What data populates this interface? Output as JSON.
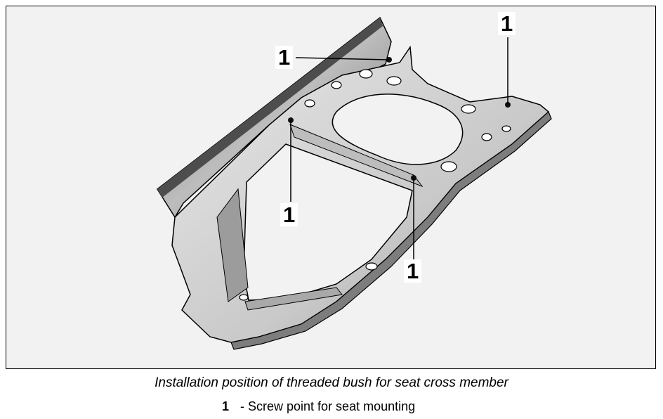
{
  "callouts": [
    {
      "label": "1"
    },
    {
      "label": "1"
    },
    {
      "label": "1"
    },
    {
      "label": "1"
    }
  ],
  "caption": "Installation position of threaded bush for seat cross member",
  "legend": [
    {
      "number": "1",
      "text": "- Screw point for seat mounting"
    }
  ],
  "colors": {
    "frame_background": "#f2f2f2",
    "part_light": "#e2e2e2",
    "part_mid": "#a8a8a8",
    "part_dark": "#5a5a5a",
    "outline": "#000000"
  }
}
